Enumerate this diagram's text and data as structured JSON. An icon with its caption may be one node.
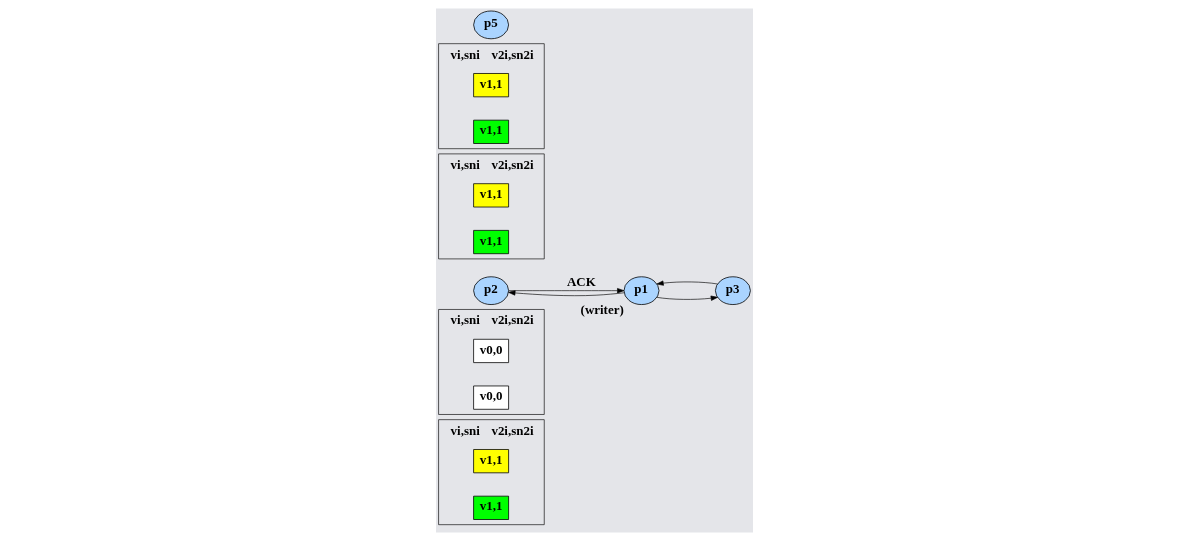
{
  "diagram": {
    "nodes": [
      {
        "text": [
          "vi,sni",
          "v2i,sn2i"
        ]
      },
      {
        "text": [
          "v1,1"
        ],
        "in": 0
      },
      {
        "text": [
          "v1,1"
        ],
        "in": 0
      },
      {
        "text": [
          "vi,sni",
          "v2i,sn2i"
        ]
      },
      {
        "text": [
          "v0,0"
        ],
        "in": 3
      },
      {
        "text": [
          "v0,0"
        ],
        "in": 3
      },
      {
        "text": [
          "p2"
        ]
      },
      {
        "text": [
          "vi,sni",
          "v2i,sn2i"
        ]
      },
      {
        "text": [
          "v1,1"
        ],
        "in": 7
      },
      {
        "text": [
          "v1,1"
        ],
        "in": 7
      },
      {
        "text": [
          "vi,sni",
          "v2i,sn2i"
        ]
      },
      {
        "text": [
          "v1,1"
        ],
        "in": 10
      },
      {
        "text": [
          "v1,1"
        ],
        "in": 10
      },
      {
        "text": [
          "p5"
        ]
      },
      {
        "text": [
          "p1"
        ],
        "beside": [
          "(writer)"
        ]
      },
      {
        "text": [
          "p3"
        ]
      }
    ],
    "edges": [
      {
        "from": 14,
        "to": 6,
        "arrow": "to"
      },
      {
        "from": 6,
        "to": 14,
        "arrow": "to",
        "label": "ACK"
      },
      {
        "from": 14,
        "to": 15,
        "arrow": "to"
      },
      {
        "from": 15,
        "to": 14,
        "arrow": "to"
      }
    ]
  }
}
